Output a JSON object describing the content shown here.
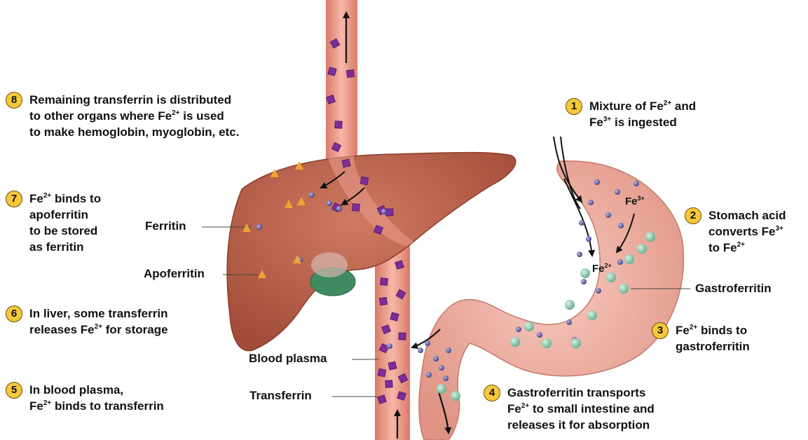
{
  "steps": [
    {
      "num": "1",
      "lines": [
        [
          {
            "t": "Mixture of Fe"
          },
          {
            "sup": "2+"
          },
          {
            "t": " and"
          }
        ],
        [
          {
            "t": "Fe"
          },
          {
            "sup": "3+"
          },
          {
            "t": " is ingested"
          }
        ]
      ]
    },
    {
      "num": "2",
      "lines": [
        [
          {
            "t": "Stomach acid"
          }
        ],
        [
          {
            "t": "converts Fe"
          },
          {
            "sup": "3+"
          }
        ],
        [
          {
            "t": "to Fe"
          },
          {
            "sup": "2+"
          }
        ]
      ]
    },
    {
      "num": "3",
      "lines": [
        [
          {
            "t": "Fe"
          },
          {
            "sup": "2+"
          },
          {
            "t": " binds to"
          }
        ],
        [
          {
            "t": "gastroferritin"
          }
        ]
      ]
    },
    {
      "num": "4",
      "lines": [
        [
          {
            "t": "Gastroferritin transports"
          }
        ],
        [
          {
            "t": "Fe"
          },
          {
            "sup": "2+"
          },
          {
            "t": " to small intestine and"
          }
        ],
        [
          {
            "t": "releases it for absorption"
          }
        ]
      ]
    },
    {
      "num": "5",
      "lines": [
        [
          {
            "t": "In blood plasma,"
          }
        ],
        [
          {
            "t": "Fe"
          },
          {
            "sup": "2+"
          },
          {
            "t": " binds to transferrin"
          }
        ]
      ]
    },
    {
      "num": "6",
      "lines": [
        [
          {
            "t": "In liver, some transferrin"
          }
        ],
        [
          {
            "t": "releases Fe"
          },
          {
            "sup": "2+"
          },
          {
            "t": " for storage"
          }
        ]
      ]
    },
    {
      "num": "7",
      "lines": [
        [
          {
            "t": "Fe"
          },
          {
            "sup": "2+"
          },
          {
            "t": " binds to"
          }
        ],
        [
          {
            "t": "apoferritin"
          }
        ],
        [
          {
            "t": "to be stored"
          }
        ],
        [
          {
            "t": "as ferritin"
          }
        ]
      ]
    },
    {
      "num": "8",
      "lines": [
        [
          {
            "t": "Remaining transferrin is distributed"
          }
        ],
        [
          {
            "t": "to other organs where Fe"
          },
          {
            "sup": "2+"
          },
          {
            "t": " is used"
          }
        ],
        [
          {
            "t": "to make hemoglobin, myoglobin, etc."
          }
        ]
      ]
    }
  ],
  "labels": {
    "ferritin": "Ferritin",
    "apoferritin": "Apoferritin",
    "blood_plasma": "Blood plasma",
    "transferrin": "Transferrin",
    "gastroferritin": "Gastroferritin"
  },
  "ion_labels": {
    "fe3": {
      "base": "Fe",
      "sup": "3+"
    },
    "fe2": {
      "base": "Fe",
      "sup": "2+"
    }
  },
  "colors": {
    "step_badge": "#f6c83a",
    "liver": "#b8604a",
    "stomach": "#eeb0a2",
    "vessel": "#ef9c8a",
    "gallbladder": "#3f8a60",
    "transferrin": "#7d2d99",
    "ferritin_ion": "#4b4a8a",
    "apoferritin": "#f0a431",
    "gastroferritin": "#7fc8a8"
  }
}
